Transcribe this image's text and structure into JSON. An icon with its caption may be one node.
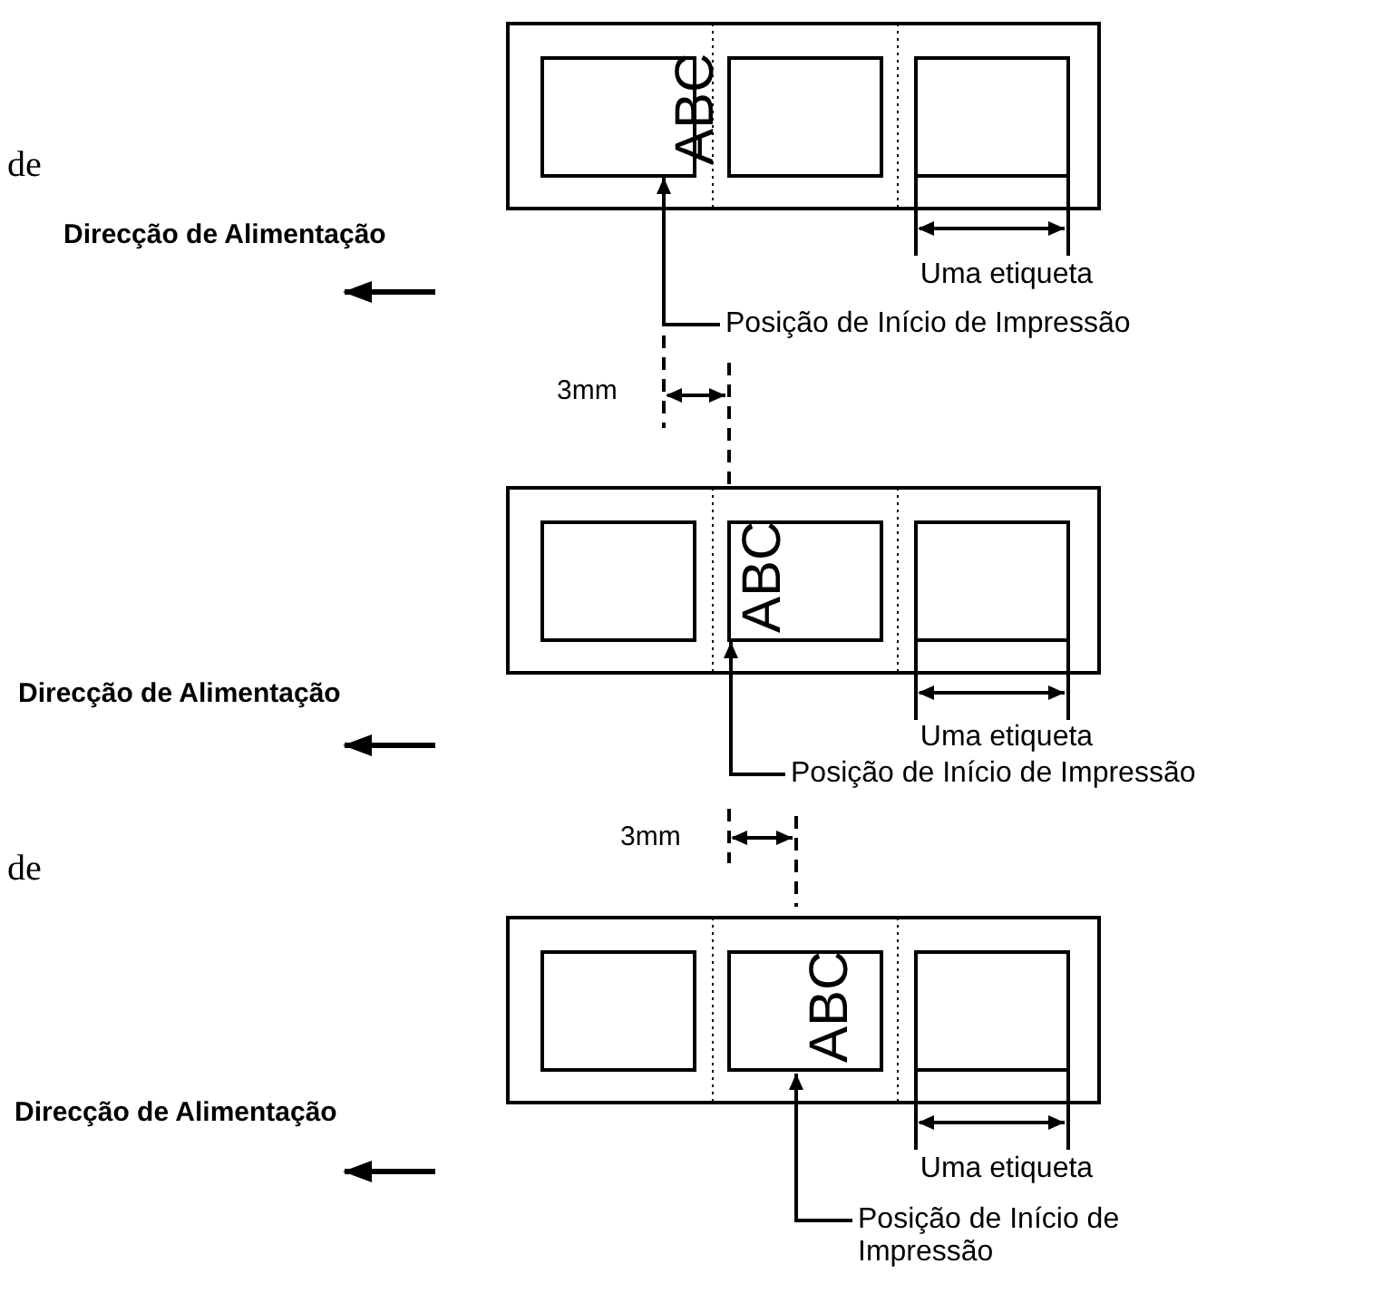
{
  "diagram": {
    "nodes": [
      {
        "text": [],
        "shape": "box"
      },
      {
        "text": [
          "Posição de Início de Impressão"
        ]
      },
      {
        "text": [],
        "shape": "box"
      },
      {
        "text": [
          "Posição de Início de Impressão"
        ]
      },
      {
        "text": [],
        "shape": "box"
      },
      {
        "text": [
          "Posição de Início de Impressão"
        ]
      }
    ],
    "edges": [
      {
        "from": 1,
        "to": 0,
        "arrow": "to"
      },
      {
        "from": 3,
        "to": 2,
        "arrow": "to"
      },
      {
        "from": 5,
        "to": 4,
        "arrow": "to"
      }
    ],
    "labels": [
      "de",
      "ABC",
      "Direcção de Alimentação",
      "Uma etiqueta",
      "3mm",
      "ABC",
      "Direcção de Alimentação",
      "Uma etiqueta",
      "de",
      "3mm",
      "ABC",
      "Direcção de Alimentação",
      "Uma etiqueta"
    ]
  }
}
